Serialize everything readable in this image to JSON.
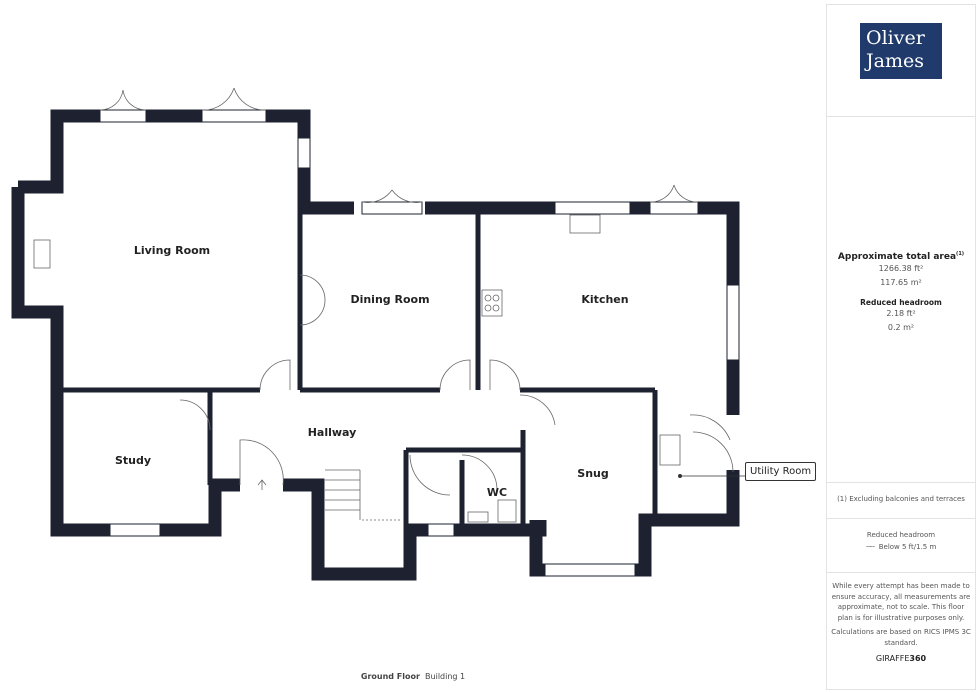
{
  "logo": {
    "line1": "Oliver",
    "line2": "James"
  },
  "rooms": {
    "living_room": "Living Room",
    "dining_room": "Dining Room",
    "kitchen": "Kitchen",
    "hallway": "Hallway",
    "study": "Study",
    "wc": "WC",
    "snug": "Snug",
    "utility_room": "Utility Room"
  },
  "area": {
    "title": "Approximate total area",
    "title_sup": "(1)",
    "ft2": "1266.38 ft²",
    "m2": "117.65 m²",
    "reduced_title": "Reduced headroom",
    "reduced_ft2": "2.18 ft²",
    "reduced_m2": "0.2 m²"
  },
  "note_excluding": "(1) Excluding balconies and terraces",
  "legend": {
    "title": "Reduced headroom",
    "item": "Below 5 ft/1.5 m"
  },
  "disclaimer": "While every attempt has been made to ensure accuracy, all measurements are approximate, not to scale. This floor plan is for illustrative purposes only.",
  "calculations": "Calculations are based on RICS IPMS 3C standard.",
  "brand": {
    "part1": "GIRAFFE",
    "part2": "360"
  },
  "footer": {
    "floor": "Ground Floor",
    "building": "Building 1"
  },
  "colors": {
    "wall": "#1e2230",
    "logo_bg": "#1f3a6b"
  }
}
